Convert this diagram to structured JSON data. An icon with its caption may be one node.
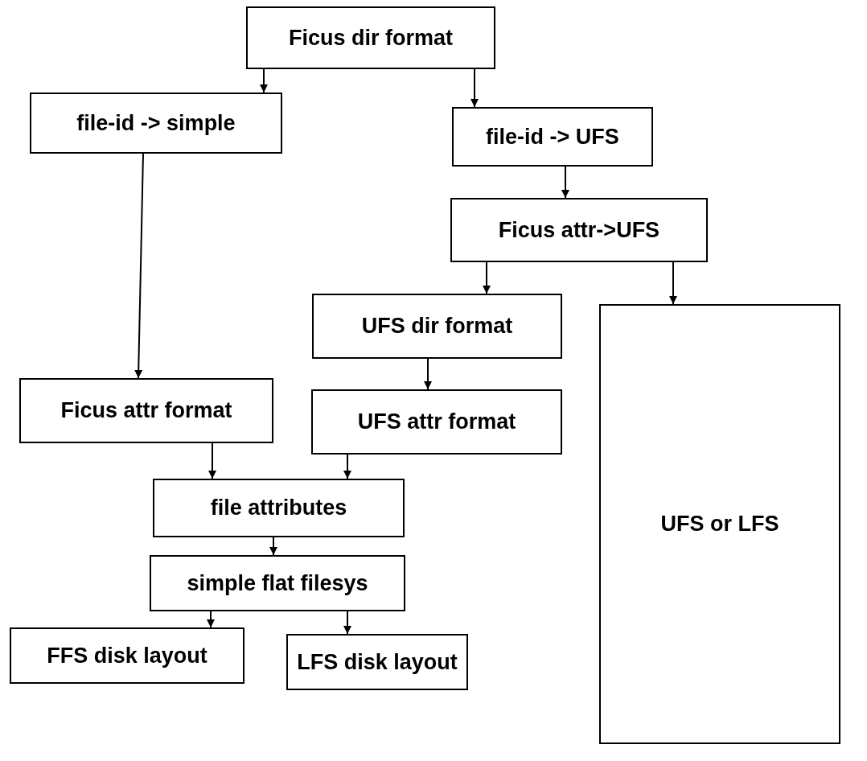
{
  "diagram": {
    "nodes": [
      {
        "text": [
          "Ficus dir format"
        ]
      },
      {
        "text": [
          "file-id -> simple"
        ]
      },
      {
        "text": [
          "file-id -> UFS"
        ]
      },
      {
        "text": [
          "Ficus attr->UFS"
        ]
      },
      {
        "text": [
          "UFS dir format"
        ]
      },
      {
        "text": [
          "UFS or LFS"
        ]
      },
      {
        "text": [
          "Ficus attr format"
        ]
      },
      {
        "text": [
          "UFS attr format"
        ]
      },
      {
        "text": [
          "file attributes"
        ]
      },
      {
        "text": [
          "simple flat filesys"
        ]
      },
      {
        "text": [
          "FFS disk layout"
        ]
      },
      {
        "text": [
          "LFS disk layout"
        ]
      }
    ],
    "edges": [
      {
        "from": 0,
        "to": 1,
        "arrow": "to"
      },
      {
        "from": 0,
        "to": 2,
        "arrow": "to"
      },
      {
        "from": 2,
        "to": 3,
        "arrow": "to"
      },
      {
        "from": 3,
        "to": 4,
        "arrow": "to"
      },
      {
        "from": 3,
        "to": 5,
        "arrow": "to"
      },
      {
        "from": 1,
        "to": 6,
        "arrow": "to"
      },
      {
        "from": 4,
        "to": 7,
        "arrow": "to"
      },
      {
        "from": 6,
        "to": 8,
        "arrow": "to"
      },
      {
        "from": 7,
        "to": 8,
        "arrow": "to"
      },
      {
        "from": 8,
        "to": 9,
        "arrow": "to"
      },
      {
        "from": 9,
        "to": 10,
        "arrow": "to"
      },
      {
        "from": 9,
        "to": 11,
        "arrow": "to"
      }
    ]
  }
}
